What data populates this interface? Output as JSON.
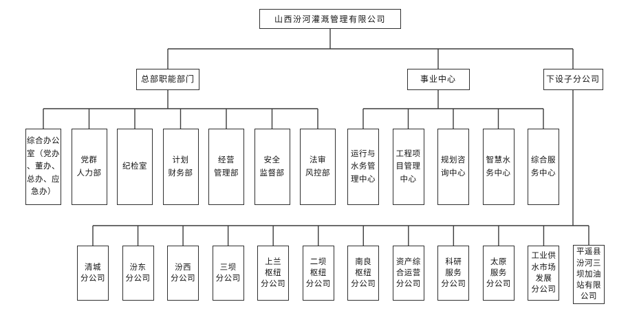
{
  "org_chart": {
    "root": "山西汾河灌溉管理有限公司",
    "level2": {
      "hq": "总部职能部门",
      "centers": "事业中心",
      "branches": "下设子分公司"
    },
    "hq_departments": [
      "综合办公\n室（党办\n、董办、\n总办、应\n急办）",
      "党群\n人力部",
      "纪检室",
      "计划\n财务部",
      "经营\n管理部",
      "安全\n监督部",
      "法审\n风控部"
    ],
    "business_centers": [
      "运行与\n水务管\n理中心",
      "工程项\n目管理\n中心",
      "规划咨\n询中心",
      "智慧水\n务中心",
      "综合服\n务中心"
    ],
    "branch_companies": [
      "清城\n分公司",
      "汾东\n分公司",
      "汾西\n分公司",
      "三坝\n分公司",
      "上兰\n枢纽\n分公司",
      "二坝\n枢纽\n分公司",
      "南良\n枢纽\n分公司",
      "资产综\n合运营\n分公司",
      "科研\n服务\n分公司",
      "太原\n服务\n分公司",
      "工业供\n水市场\n发展\n分公司",
      "平遥县\n汾河三\n坝加油\n站有限\n公司"
    ]
  },
  "colors": {
    "background": "#ffffff",
    "box_border": "#2e2e2e",
    "connector_line": "#3a3a3a",
    "text": "#111111"
  }
}
